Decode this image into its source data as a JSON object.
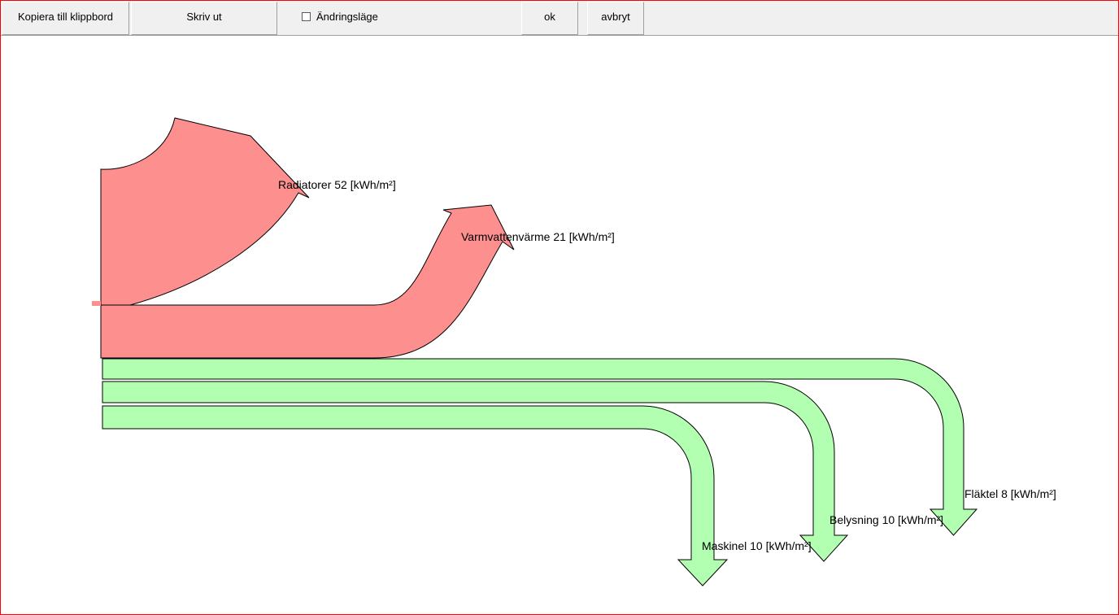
{
  "toolbar": {
    "copy_label": "Kopiera till klippbord",
    "print_label": "Skriv ut",
    "edit_mode_label": "Ändringsläge",
    "edit_mode_checked": false,
    "ok_label": "ok",
    "cancel_label": "avbryt"
  },
  "colors": {
    "supply": "#fd8f8f",
    "loss": "#b2ffb2",
    "outline": "#000000",
    "frame": "#ff0000"
  },
  "chart_data": {
    "type": "sankey",
    "unit": "kWh/m²",
    "inflows": [
      {
        "label": "Radiatorer  52 [kWh/m²]",
        "name": "Radiatorer",
        "value": 52
      },
      {
        "label": "Varmvattenvärme  21 [kWh/m²]",
        "name": "Varmvattenvärme",
        "value": 21
      }
    ],
    "outflows": [
      {
        "label": "Fläktel  8 [kWh/m²]",
        "name": "Fläktel",
        "value": 8
      },
      {
        "label": "Belysning  10 [kWh/m²]",
        "name": "Belysning",
        "value": 10
      },
      {
        "label": "Maskinel  10 [kWh/m²]",
        "name": "Maskinel",
        "value": 10
      }
    ]
  }
}
